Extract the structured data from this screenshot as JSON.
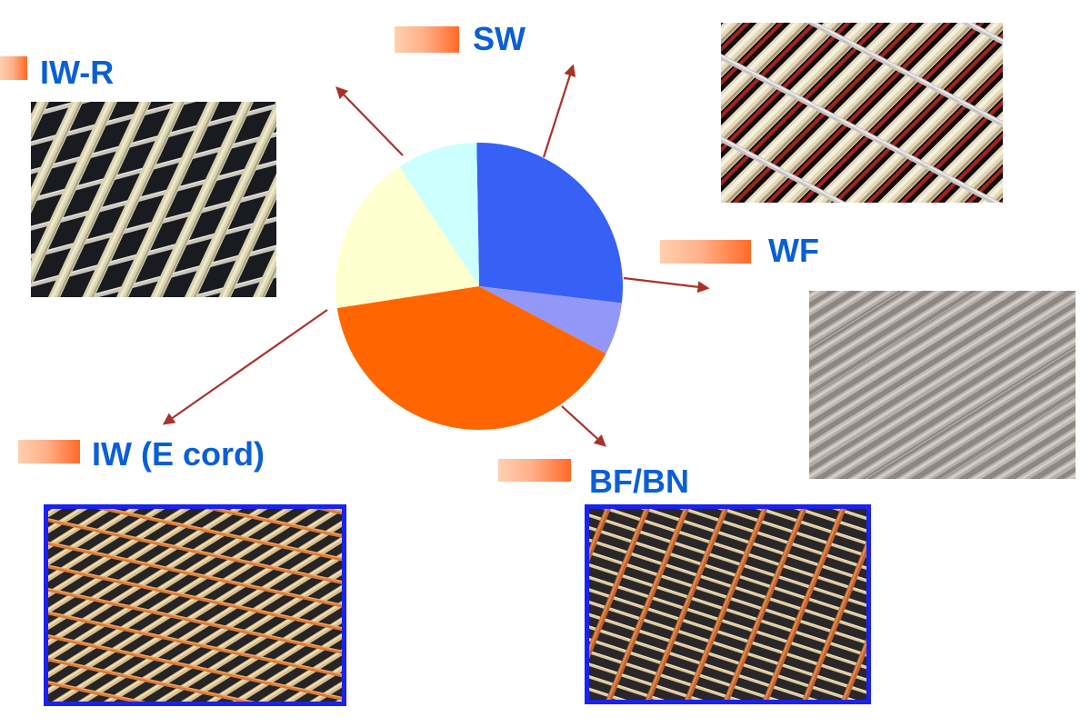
{
  "labels": {
    "iw_r": "IW-R",
    "sw": "SW",
    "wf": "WF",
    "iw_e_cord": "IW (E cord)",
    "bf_bn": "BF/BN"
  },
  "colors": {
    "label_text": "#0a5fd6",
    "swatch_start": "#ffd0b0",
    "swatch_end": "#ff6a26",
    "arrow": "#a8322a",
    "photo_border": "#1a22ee"
  },
  "chart_data": {
    "type": "pie",
    "title": "",
    "center": [
      527,
      315
    ],
    "radius": 158,
    "start_angle_deg": -91,
    "direction": "clockwise",
    "slices": [
      {
        "name": "SW",
        "value": 30,
        "color": "#3760f7"
      },
      {
        "name": "WF",
        "value": 6.5,
        "color": "#9398f8"
      },
      {
        "name": "BF/BN",
        "value": 44,
        "color": "#ff6600"
      },
      {
        "name": "IW (E cord)",
        "value": 20,
        "color": "#ffffd0"
      },
      {
        "name": "IW-R",
        "value": 10,
        "color": "#ccffff"
      }
    ],
    "legend": [
      "IW-R",
      "SW",
      "WF",
      "IW (E cord)",
      "BF/BN"
    ],
    "legend_position": "callouts with arrows"
  },
  "photos": [
    {
      "id": "iw-r",
      "caption_label": "IW-R",
      "description": "open grid of twisted cream cords on black"
    },
    {
      "id": "sw",
      "caption_label": "SW",
      "description": "dense cream twisted cords with red binders and silver rope"
    },
    {
      "id": "wf",
      "caption_label": "WF",
      "description": "tight grey diagonal woven fabric"
    },
    {
      "id": "iw-e-cord",
      "caption_label": "IW (E cord)",
      "description": "tan cords with orange knotted cross threads"
    },
    {
      "id": "bf-bn",
      "caption_label": "BF/BN",
      "description": "cream horizontal cords with copper chain-stitch verticals"
    }
  ]
}
